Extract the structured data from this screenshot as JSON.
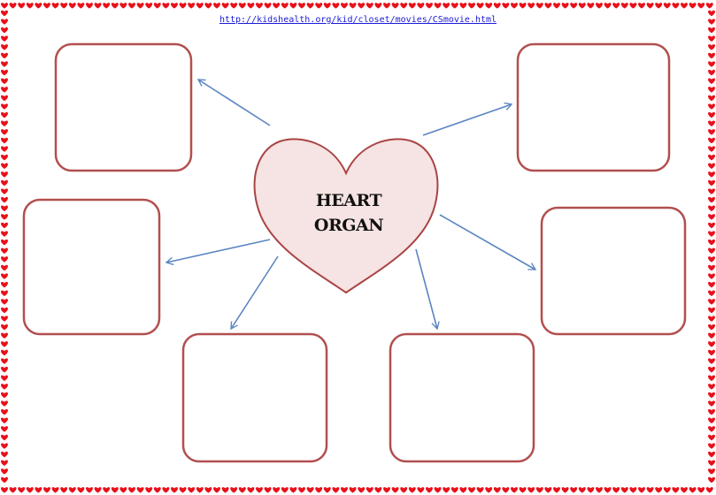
{
  "source_url": "http://kidshealth.org/kid/closet/movies/CSmovie.html",
  "center": {
    "line1": "HEART",
    "line2": "ORGAN"
  },
  "colors": {
    "border_hearts": "#e8101a",
    "box_stroke": "#b24f4f",
    "heart_fill": "#f6e3e3",
    "heart_stroke": "#a94444",
    "arrow": "#5b85c2",
    "link": "#1a1ad6"
  },
  "boxes": [
    {
      "id": "top-left"
    },
    {
      "id": "top-right"
    },
    {
      "id": "middle-left"
    },
    {
      "id": "middle-right"
    },
    {
      "id": "bottom-left"
    },
    {
      "id": "bottom-right"
    }
  ]
}
